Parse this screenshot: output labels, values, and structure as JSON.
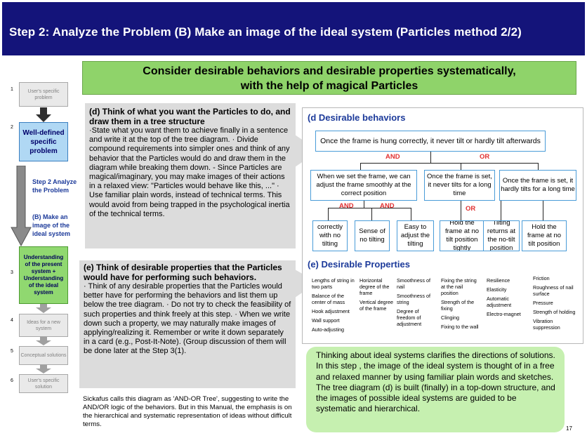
{
  "header": {
    "title": "Step 2: Analyze the Problem  (B) Make an image of the ideal system   (Particles method 2/2)"
  },
  "banner": {
    "line1": "Consider desirable behaviors and desirable properties systematically,",
    "line2": "with the help of magical Particles"
  },
  "flow": {
    "steps": [
      {
        "num": "1",
        "label": "User's specific problem"
      },
      {
        "num": "2",
        "label": "Well-defined specific problem"
      },
      {
        "num": "3",
        "label": "Understanding of the present system + Understanding of the ideal system"
      },
      {
        "num": "4",
        "label": "Ideas for a new system"
      },
      {
        "num": "5",
        "label": "Conceptual solutions"
      },
      {
        "num": "6",
        "label": "User's specific solution"
      }
    ],
    "side_label_1": "Step 2 Analyze the Problem",
    "side_label_2": "(B) Make an image of the ideal system"
  },
  "section_d": {
    "heading": "(d) Think of what you want the Particles to do, and draw them in a tree structure",
    "body": "·State what you want them to achieve finally in a sentence and write it at the top of the tree diagram. · Divide compound requirements into simpler ones and think of any behavior that the Particles would do and draw them in the diagram while breaking them down. - Since Particles are magical/imaginary, you may make images of their actions in a relaxed view: \"Particles would behave like this, ...\" · Use familiar plain words, instead of technical terms. This would avoid from being trapped in the psychological inertia of the technical terms."
  },
  "section_e": {
    "heading": "(e) Think of desirable properties that the Particles would have for performing such behaviors.",
    "body": "· Think of any desirable properties that the Particles would better have for performing the behaviors and list them up below the tree diagram. · Do not try to check the feasibility of such properties and think freely at this step. · When we write down such a property, we may naturally make images of applying/realizing  it. Remember or write it down separately in a card (e.g., Post-It-Note). (Group discussion of them will be done later at the Step 3(1)."
  },
  "footnote": "Sickafus calls this diagram as 'AND-OR Tree', suggesting to write the AND/OR logic of the behaviors.  But in this Manual, the emphasis is on the hierarchical and systematic representation of ideas without difficult terms.",
  "behaviors": {
    "title": "(d Desirable behaviors",
    "root": "Once the frame is hung correctly, it never tilt or hardly tilt afterwards",
    "and_1": "AND",
    "or_1": "OR",
    "level2": [
      "When we set the frame, we can adjust the frame smoothly at the correct position",
      "Once the frame is set, it never tilts for a long time",
      "Once the frame is set, it hardly tilts for a long time"
    ],
    "and_2": "AND",
    "and_3": "AND",
    "or_2": "OR",
    "level3": [
      "correctly with no tilting",
      "Sense of no tilting",
      "Easy to adjust the tilting",
      "Hold the frame at no tilt position tightly",
      "Tilting returns at the no-tilt position",
      "Hold the frame at no tilt position"
    ]
  },
  "properties": {
    "title": "(e) Desirable Properties",
    "columns": [
      [
        "Lengths of string in two parts",
        "Balance of the center of mass",
        "Hook adjustment",
        "Wall support",
        "Auto-adjusting"
      ],
      [
        "Horizontal degree of the frame",
        "Vertical degree of the frame"
      ],
      [
        "Smoothness of nail",
        "Smoothness of string",
        "Degree of freedom of adjustment"
      ],
      [
        "Fixing the string at the nail position",
        "Strength of the fixing",
        "Clinging",
        "Fixing to the wall"
      ],
      [
        "Resilience",
        "Elasticity",
        "Automatic adjustment",
        "Electro-magnet"
      ],
      [
        "Friction",
        "Roughness of nail surface",
        "Pressure",
        "Strength of holding",
        "Vibration suppression"
      ]
    ]
  },
  "note": "Thinking about ideal systems clarifies the directions of solutions.  In this step , the image of the ideal system is thought of in a free and relaxed manner by using familiar plain words and sketches.  The tree diagram (d) is built (finally) in a top-down structure, and the images of possible ideal systems are guided to be systematic and hierarchical.",
  "page_number": "17",
  "colors": {
    "title_bar": "#14147a",
    "banner": "#8fd36a",
    "panel_title": "#1c3a9a",
    "logic_label": "#e03030",
    "tree_border": "#4a9cd8",
    "note_bg": "#c6f0b0"
  }
}
